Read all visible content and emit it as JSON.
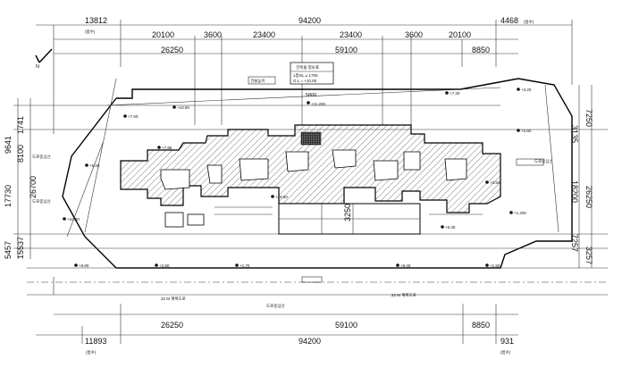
{
  "dims_top": {
    "row1": [
      "13812",
      "94200",
      "4468"
    ],
    "row1_notes": [
      "(범수)",
      "(범수)"
    ],
    "row2": [
      "20100",
      "3600",
      "23400",
      "23400",
      "3600",
      "20100"
    ],
    "row3": [
      "26250",
      "59100",
      "8850"
    ]
  },
  "dims_bottom": {
    "row1": [
      "26250",
      "59100",
      "8850"
    ],
    "row2": [
      "11893",
      "94200",
      "931"
    ],
    "row2_notes": [
      "(범수)",
      "(범수)"
    ]
  },
  "dims_left": [
    "9641",
    "1741",
    "8100",
    "26700",
    "17730",
    "5457",
    "15537"
  ],
  "dims_right": [
    "3135",
    "7250",
    "18200",
    "26250",
    "7257",
    "3257"
  ],
  "dims_middle": [
    "3250",
    "5800"
  ],
  "legend": {
    "title": "건축물 정보표",
    "line1": "1층GL ± 1700",
    "line2": "G.L = +10.00"
  },
  "labels": [
    "도로중심선",
    "도로중심선",
    "도로중심선",
    "도로중심선",
    "22 M 계획도로",
    "22 M 계획도로",
    "건물높이"
  ],
  "levels": [
    "+10.00",
    "+7.60",
    "+7.85",
    "+11.200",
    "+7.30",
    "+3.20",
    "+2.80",
    "+5.20",
    "+10.80",
    "+8.80",
    "+2.50",
    "+1.70",
    "+9.40",
    "+1.50",
    "+1.200",
    "+5.30",
    "+18.50",
    "+3.50"
  ],
  "north_arrow": "N"
}
